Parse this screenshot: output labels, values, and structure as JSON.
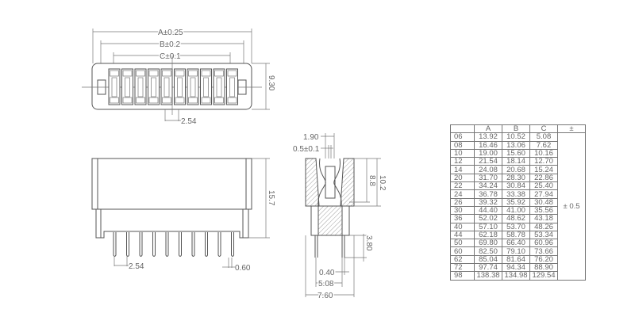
{
  "top_view": {
    "dim_a": "A±0.25",
    "dim_b": "B±0.2",
    "dim_c": "C±0.1",
    "dim_height": "9.30",
    "dim_pitch": "2.54"
  },
  "side_view": {
    "dim_height": "15.7",
    "dim_pitch": "2.54",
    "dim_pin_width": "0.60"
  },
  "section_view": {
    "dim_1": "1.90",
    "dim_2": "0.5±0.1",
    "dim_3": "8.8",
    "dim_4": "10.2",
    "dim_5": "3.80",
    "dim_6": "0.40",
    "dim_7": "5.08",
    "dim_8": "7.60"
  },
  "table": {
    "headers": [
      "",
      "A",
      "B",
      "C",
      "±"
    ],
    "tolerance": "± 0.5",
    "rows": [
      [
        "06",
        "13.92",
        "10.52",
        "5.08"
      ],
      [
        "08",
        "16.46",
        "13.06",
        "7.62"
      ],
      [
        "10",
        "19.00",
        "15.60",
        "10.16"
      ],
      [
        "12",
        "21.54",
        "18.14",
        "12.70"
      ],
      [
        "14",
        "24.08",
        "20.68",
        "15.24"
      ],
      [
        "20",
        "31.70",
        "28.30",
        "22.86"
      ],
      [
        "22",
        "34.24",
        "30.84",
        "25.40"
      ],
      [
        "24",
        "36.78",
        "33.38",
        "27.94"
      ],
      [
        "26",
        "39.32",
        "35.92",
        "30.48"
      ],
      [
        "30",
        "44.40",
        "41.00",
        "35.56"
      ],
      [
        "36",
        "52.02",
        "48.62",
        "43.18"
      ],
      [
        "40",
        "57.10",
        "53.70",
        "48.26"
      ],
      [
        "44",
        "62.18",
        "58.78",
        "53.34"
      ],
      [
        "50",
        "69.80",
        "66.40",
        "60.96"
      ],
      [
        "60",
        "82.50",
        "79.10",
        "73.66"
      ],
      [
        "62",
        "85.04",
        "81.64",
        "76.20"
      ],
      [
        "72",
        "97.74",
        "94.34",
        "88.90"
      ],
      [
        "98",
        "138.38",
        "134.98",
        "129.54"
      ]
    ]
  }
}
